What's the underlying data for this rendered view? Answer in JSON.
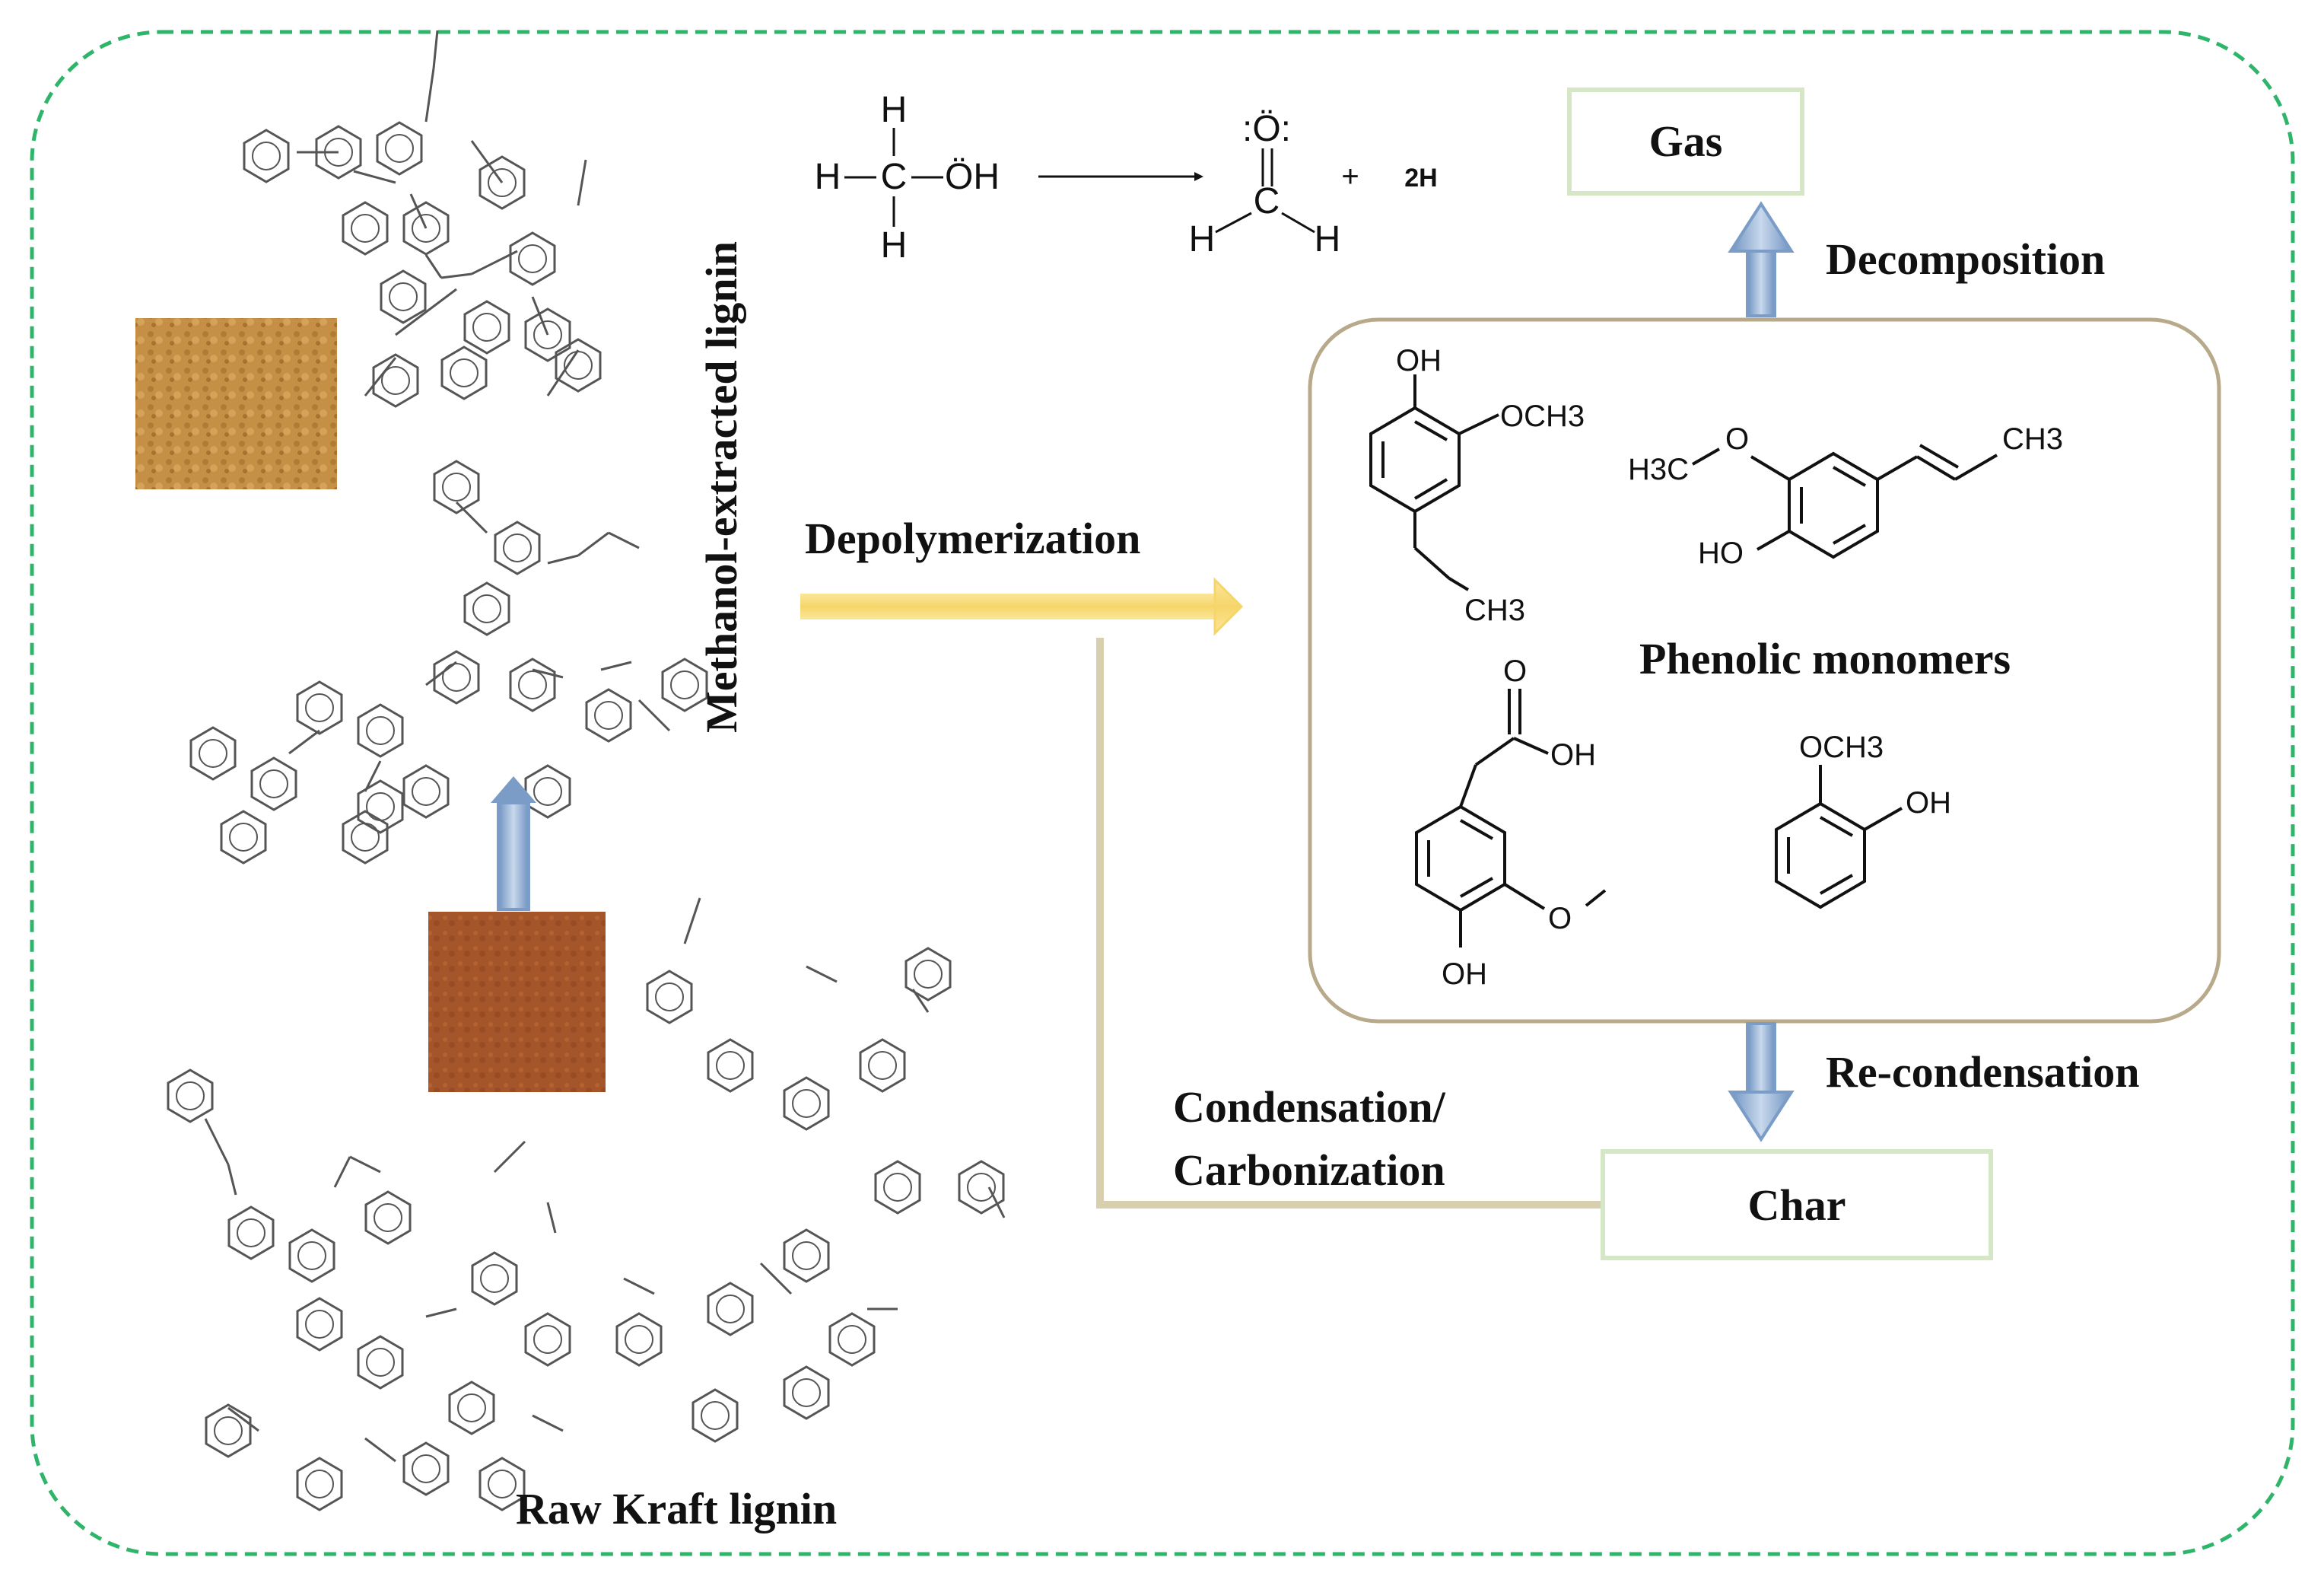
{
  "methanol_reaction": {
    "reactant_atoms": {
      "h_top": "H",
      "h_left": "H",
      "c": "C",
      "oh": "ÖH",
      "h_bottom": "H"
    },
    "product_atoms": {
      "o": ":Ö:",
      "c": "C",
      "h_left": "H",
      "h_right": "H"
    },
    "plus": "+",
    "byproduct": "2H"
  },
  "labels": {
    "methanol_extracted": "Methanol-extracted lignin",
    "depolymerization": "Depolymerization",
    "gas": "Gas",
    "decomposition": "Decomposition",
    "phenolic_monomers": "Phenolic monomers",
    "re_condensation": "Re-condensation",
    "condensation_line1": "Condensation/",
    "condensation_line2": "Carbonization",
    "char": "Char",
    "raw_kraft": "Raw Kraft lignin"
  },
  "monomers": {
    "ethylguaiacol": {
      "oh": "OH",
      "och3": "OCH3",
      "ch3": "CH3"
    },
    "isoeugenol": {
      "h3c": "H3C",
      "ch3": "CH3",
      "ho": "HO"
    },
    "homovanillic": {
      "o": "O",
      "oh_acid": "OH",
      "oh": "OH"
    },
    "guaiacol": {
      "och3": "OCH3",
      "oh": "OH"
    }
  },
  "colors": {
    "outer_border": "#2fb56a",
    "depolymerization_arrow": "#f6d56a",
    "blue_arrow": "#7a9cc6",
    "monomer_box": "#b7a989",
    "product_box": "#d6e7c7",
    "condensation_line": "#d8cfae",
    "methanol_lignin_powder": "#c58f46",
    "kraft_lignin_powder": "#a5552a"
  }
}
